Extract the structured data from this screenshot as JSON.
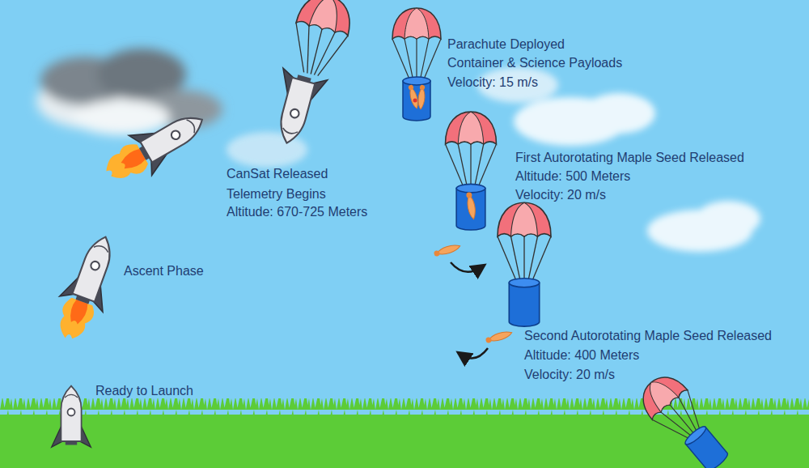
{
  "diagram": {
    "labels": [
      "Ready to Launch",
      "Ascent Phase",
      "CanSat Released",
      "Telemetry Begins",
      "Altitude: 670-725 Meters",
      "Parachute Deployed",
      "Container & Science Payloads",
      "Velocity: 15 m/s",
      "First Autorotating Maple Seed Released",
      "Altitude: 500 Meters",
      "Velocity: 20 m/s",
      "Second Autorotating Maple Seed Released",
      "Altitude: 400 Meters",
      "Velocity: 20 m/s"
    ]
  }
}
